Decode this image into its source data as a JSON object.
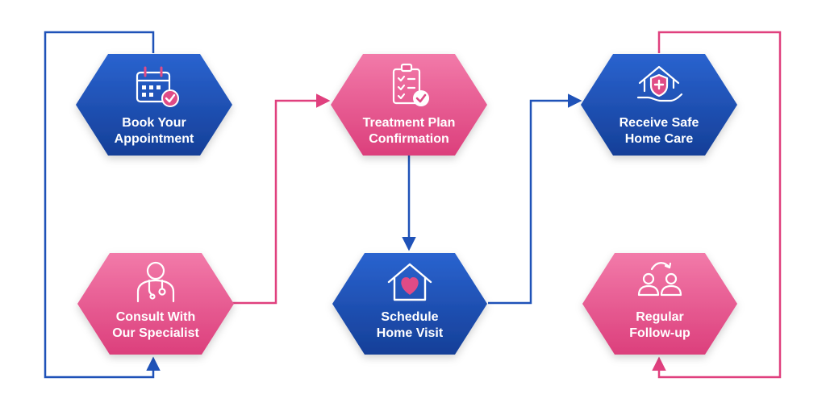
{
  "colors": {
    "blue": "#1747a6",
    "blue_light": "#2458c4",
    "pink": "#e04b86",
    "pink_light": "#f06a9f",
    "connector_blue": "#1f52b8",
    "connector_pink": "#e0407e"
  },
  "nodes": [
    {
      "id": "book",
      "icon": "calendar-check-icon",
      "color": "blue",
      "lines": [
        "Book Your",
        "Appointment"
      ]
    },
    {
      "id": "treatment",
      "icon": "clipboard-check-icon",
      "color": "pink",
      "lines": [
        "Treatment Plan",
        "Confirmation"
      ]
    },
    {
      "id": "receive",
      "icon": "home-care-shield-icon",
      "color": "blue",
      "lines": [
        "Receive Safe",
        "Home Care"
      ]
    },
    {
      "id": "consult",
      "icon": "doctor-icon",
      "color": "pink",
      "lines": [
        "Consult With",
        "Our Specialist"
      ]
    },
    {
      "id": "schedule",
      "icon": "home-heart-icon",
      "color": "blue",
      "lines": [
        "Schedule",
        "Home Visit"
      ]
    },
    {
      "id": "followup",
      "icon": "users-refresh-icon",
      "color": "pink",
      "lines": [
        "Regular",
        "Follow-up"
      ]
    }
  ],
  "edges": [
    {
      "from": "book",
      "to": "consult",
      "color": "connector_blue"
    },
    {
      "from": "consult",
      "to": "treatment",
      "color": "connector_pink"
    },
    {
      "from": "treatment",
      "to": "schedule",
      "color": "connector_blue"
    },
    {
      "from": "schedule",
      "to": "receive",
      "color": "connector_blue"
    },
    {
      "from": "receive",
      "to": "followup",
      "color": "connector_pink"
    }
  ]
}
